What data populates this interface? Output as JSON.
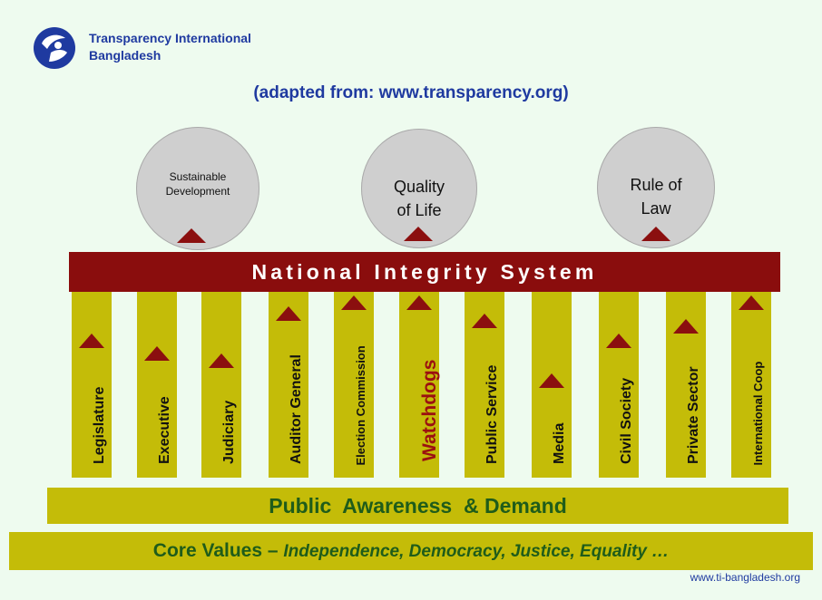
{
  "header": {
    "org_line1": "Transparency International",
    "org_line2": "Bangladesh",
    "adapted": "(adapted from: www.transparency.org)"
  },
  "goals": [
    "Sustainable Development",
    "Quality of Life",
    "Rule of Law"
  ],
  "goal_lines": [
    [
      "Sustainable",
      "Development"
    ],
    [
      "Quality",
      "of Life"
    ],
    [
      "Rule of",
      "Law"
    ]
  ],
  "nis_title": "National Integrity System",
  "pillars": [
    "Legislature",
    "Executive",
    "Judiciary",
    "Auditor General",
    "Election Commission",
    "Watchdogs",
    "Public Service",
    "Media",
    "Civil Society",
    "Private Sector",
    "International Coop"
  ],
  "base": "Public  Awareness  & Demand",
  "core_lead": "Core Values – ",
  "core_values": "Independence, Democracy, Justice, Equality …",
  "footer_url": "www.ti-bangladesh.org",
  "colors": {
    "maroon": "#8a0d0d",
    "pillar": "#c4bc08",
    "blue": "#1f3aa0",
    "green": "#1f5c1a",
    "background": "#eefbef"
  }
}
